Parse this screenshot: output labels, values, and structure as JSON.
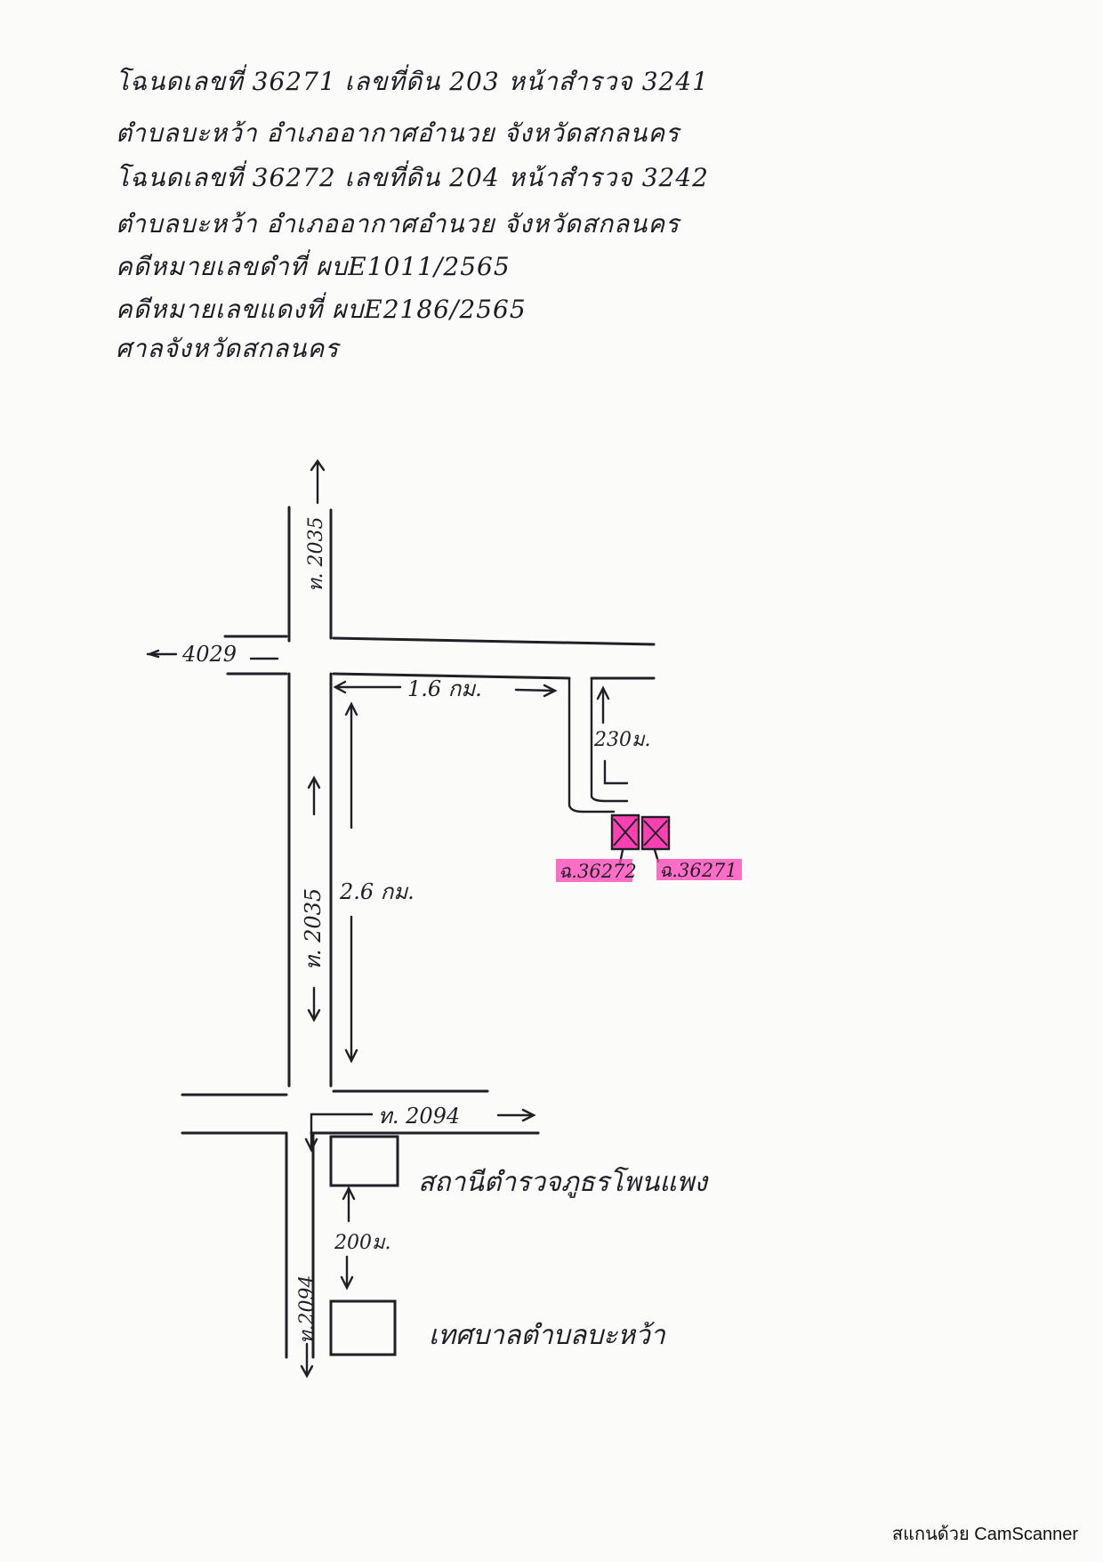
{
  "notes": [
    "โฉนดเลขที่ 36271 เลขที่ดิน 203 หน้าสำรวจ 3241",
    "ตำบลบะหว้า อำเภออากาศอำนวย จังหวัดสกลนคร",
    "โฉนดเลขที่ 36272 เลขที่ดิน 204 หน้าสำรวจ 3242",
    "ตำบลบะหว้า อำเภออากาศอำนวย จังหวัดสกลนคร",
    "คดีหมายเลขดำที่ ผบE1011/2565",
    "คดีหมายเลขแดงที่ ผบE2186/2565",
    "ศาลจังหวัดสกลนคร"
  ],
  "map": {
    "road_2035_top": "ท. 2035",
    "road_4029": "4029",
    "dist_1_6": "1.6 กม.",
    "dist_230": "230ม.",
    "road_2035_side": "ท. 2035",
    "dist_2_6": "2.6 กม.",
    "road_2094_h": "ท. 2094",
    "road_2094_v": "ท.2094",
    "dist_200": "200ม.",
    "police_station": "สถานีตำรวจภูธรโพนแพง",
    "municipality": "เทศบาลตำบลบะหว้า",
    "parcel_36272": "ฉ.36272",
    "parcel_36271": "ฉ.36271",
    "highlight_color": "#ff3fb4",
    "ink_color": "#1f1f25"
  },
  "footer": "สแกนด้วย CamScanner"
}
